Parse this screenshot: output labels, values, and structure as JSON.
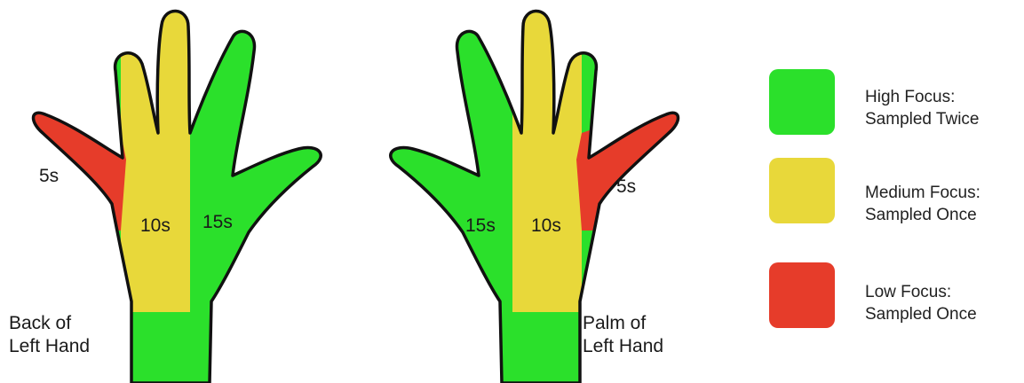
{
  "colors": {
    "high": "#2be02b",
    "medium": "#e8d83a",
    "low": "#e63c2a",
    "outline": "#111111"
  },
  "left_hand": {
    "caption_line1": "Back of",
    "caption_line2": "Left Hand",
    "zone_labels": {
      "pinky_time": "5s",
      "middle_time": "10s",
      "index_time": "15s"
    }
  },
  "right_hand": {
    "caption_line1": "Palm of",
    "caption_line2": "Left Hand",
    "zone_labels": {
      "index_time": "15s",
      "middle_time": "10s",
      "pinky_time": "5s"
    }
  },
  "legend": [
    {
      "level": "high",
      "line1": "High Focus:",
      "line2": "Sampled Twice"
    },
    {
      "level": "medium",
      "line1": "Medium Focus:",
      "line2": "Sampled Once"
    },
    {
      "level": "low",
      "line1": "Low Focus:",
      "line2": "Sampled Once"
    }
  ]
}
